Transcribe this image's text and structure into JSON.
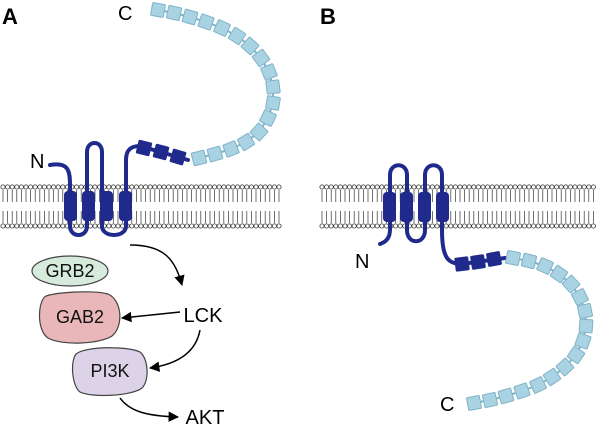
{
  "panels": [
    {
      "letter": "A",
      "n_label": "N",
      "c_label": "C"
    },
    {
      "letter": "B",
      "n_label": "N",
      "c_label": "C"
    }
  ],
  "proteins": {
    "grb2": {
      "label": "GRB2",
      "fill": "#d6ebdc"
    },
    "gab2": {
      "label": "GAB2",
      "fill": "#e9b7b9"
    },
    "pi3k": {
      "label": "PI3K",
      "fill": "#ddd3e8"
    }
  },
  "kinases": {
    "lck": "LCK",
    "akt": "AKT"
  },
  "colors": {
    "transmembrane": "#1f2a8c",
    "cytoplasmic_tail": "#a9d3e2",
    "membrane": "#333333"
  }
}
